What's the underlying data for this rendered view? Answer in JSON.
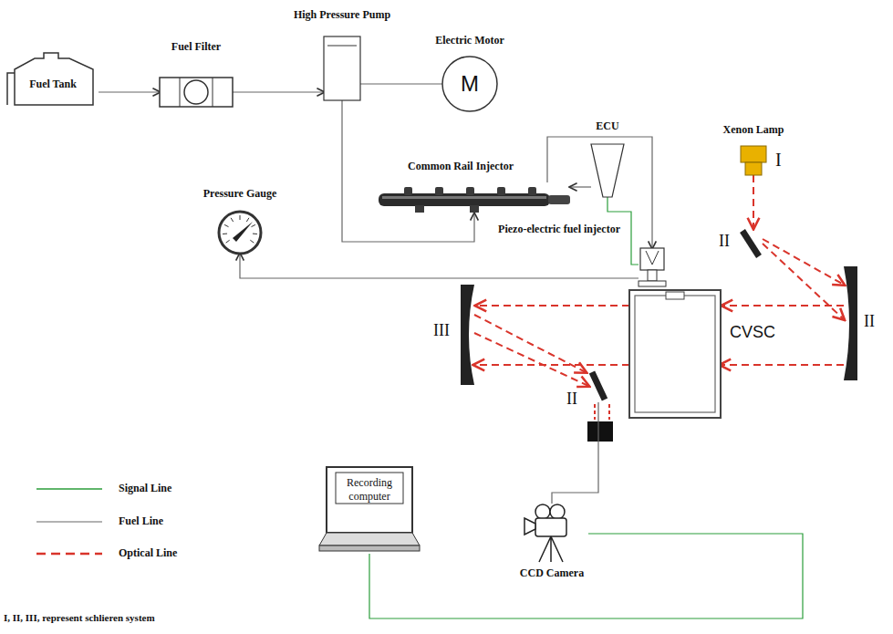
{
  "diagram": {
    "nodes": [
      {
        "text": [
          "Fuel Tank"
        ]
      },
      {
        "text": [
          "Fuel Filter"
        ]
      },
      {
        "text": [
          "High Pressure Pump"
        ]
      },
      {
        "text": [
          "Electric Motor",
          "M"
        ]
      },
      {
        "text": [
          "ECU"
        ]
      },
      {
        "text": [
          "Common Rail Injector"
        ]
      },
      {
        "text": [
          "Pressure Gauge"
        ]
      },
      {
        "text": [
          "Piezo-electric fuel injector"
        ]
      },
      {
        "text": [
          "Xenon Lamp",
          "I"
        ]
      },
      {
        "text": [
          "II"
        ]
      },
      {
        "text": [
          "II"
        ]
      },
      {
        "text": [
          "III"
        ]
      },
      {
        "text": [
          "CVSC"
        ]
      },
      {
        "text": [
          "II"
        ]
      },
      {
        "text": [
          "Recording computer"
        ]
      },
      {
        "text": [
          "CCD Camera"
        ]
      }
    ],
    "edges": [
      {
        "from": 0,
        "to": 1,
        "arrow": "to"
      },
      {
        "from": 1,
        "to": 2,
        "arrow": "to"
      },
      {
        "from": 3,
        "to": 2,
        "arrow": "none"
      },
      {
        "from": 2,
        "to": 5,
        "arrow": "to"
      },
      {
        "from": 5,
        "to": 7,
        "arrow": "to"
      },
      {
        "from": 4,
        "to": 7,
        "arrow": "none"
      },
      {
        "from": 4,
        "to": 5,
        "arrow": "to"
      },
      {
        "from": 7,
        "to": 6,
        "arrow": "to"
      },
      {
        "from": 8,
        "to": 9,
        "arrow": "to"
      },
      {
        "from": 9,
        "to": 10,
        "arrow": "to"
      },
      {
        "from": 10,
        "to": 12,
        "arrow": "to"
      },
      {
        "from": 12,
        "to": 11,
        "arrow": "to"
      },
      {
        "from": 11,
        "to": 13,
        "arrow": "to"
      },
      {
        "from": 13,
        "to": 15,
        "arrow": "none"
      },
      {
        "from": 15,
        "to": 14,
        "arrow": "none"
      }
    ],
    "labels": [
      "I, II, III, represent schlieren system"
    ],
    "legend": [
      {
        "text": "Signal Line"
      },
      {
        "text": "Fuel Line"
      },
      {
        "text": "Optical Line"
      }
    ]
  }
}
